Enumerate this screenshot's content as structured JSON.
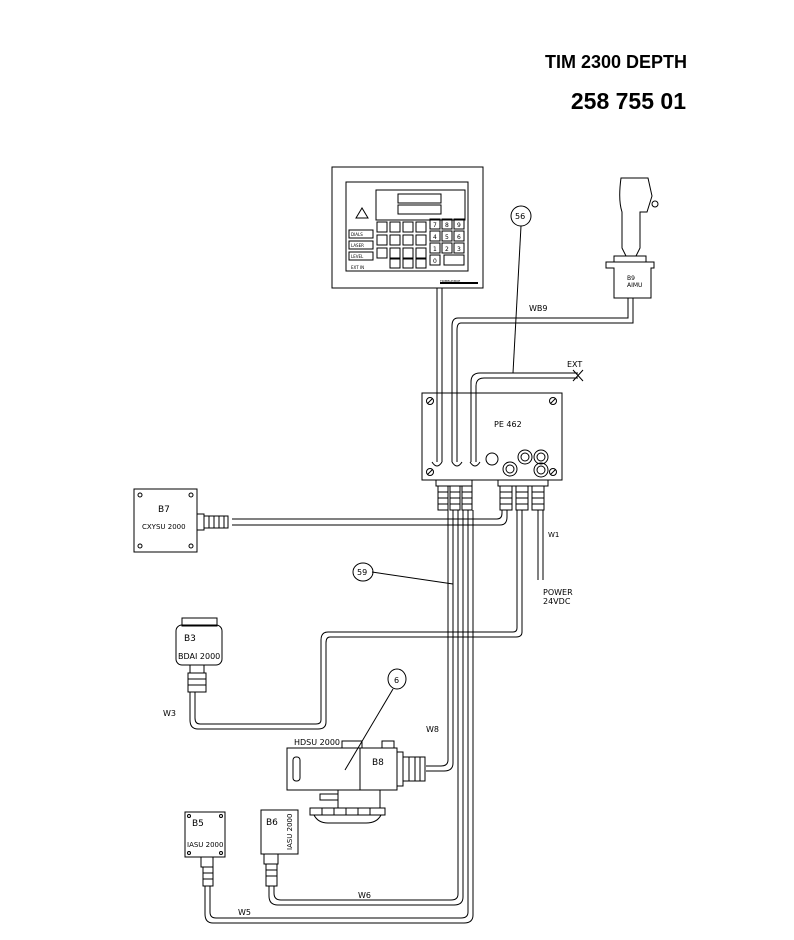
{
  "header": {
    "title": "TIM 2300 DEPTH",
    "number": "258 755 01"
  },
  "units": {
    "pe": "PE 462",
    "b7": "B7",
    "b7_type": "CXYSU 2000",
    "b3": "B3",
    "b3_type": "BDAI 2000",
    "b5": "B5",
    "b5_type": "IASU 2000",
    "b6": "B6",
    "b6_type": "IASU 2000",
    "b8": "B8",
    "b8_type": "HDSU 2000",
    "b9": "B9",
    "b9_type": "AIMU"
  },
  "cables": {
    "wb9": "WB9",
    "w1": "W1",
    "w3": "W3",
    "w5": "W5",
    "w6": "W6",
    "w8": "W8",
    "ext": "EXT"
  },
  "power": {
    "line1": "POWER",
    "line2": "24VDC"
  },
  "callouts": {
    "c56": "56",
    "c59": "59",
    "c6": "6"
  },
  "panel": {
    "keys": [
      "7",
      "8",
      "9",
      "4",
      "5",
      "6",
      "1",
      "2",
      "3",
      "0"
    ],
    "side_labels": [
      "DIALS",
      "LASER",
      "LEVEL",
      "EXT IN"
    ],
    "brand": "TRIMBLE/BOE"
  }
}
